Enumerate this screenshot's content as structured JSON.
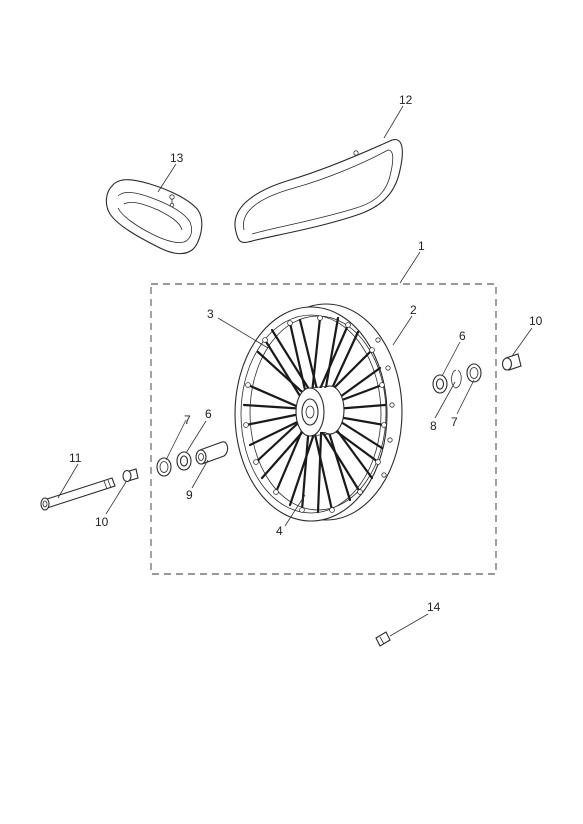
{
  "diagram": {
    "callouts": [
      {
        "id": "c1",
        "label": "1"
      },
      {
        "id": "c2",
        "label": "2"
      },
      {
        "id": "c3",
        "label": "3"
      },
      {
        "id": "c4",
        "label": "4"
      },
      {
        "id": "c6a",
        "label": "6"
      },
      {
        "id": "c6b",
        "label": "6"
      },
      {
        "id": "c7a",
        "label": "7"
      },
      {
        "id": "c7b",
        "label": "7"
      },
      {
        "id": "c8",
        "label": "8"
      },
      {
        "id": "c9",
        "label": "9"
      },
      {
        "id": "c10a",
        "label": "10"
      },
      {
        "id": "c10b",
        "label": "10"
      },
      {
        "id": "c11",
        "label": "11"
      },
      {
        "id": "c12",
        "label": "12"
      },
      {
        "id": "c13",
        "label": "13"
      },
      {
        "id": "c14",
        "label": "14"
      }
    ]
  }
}
